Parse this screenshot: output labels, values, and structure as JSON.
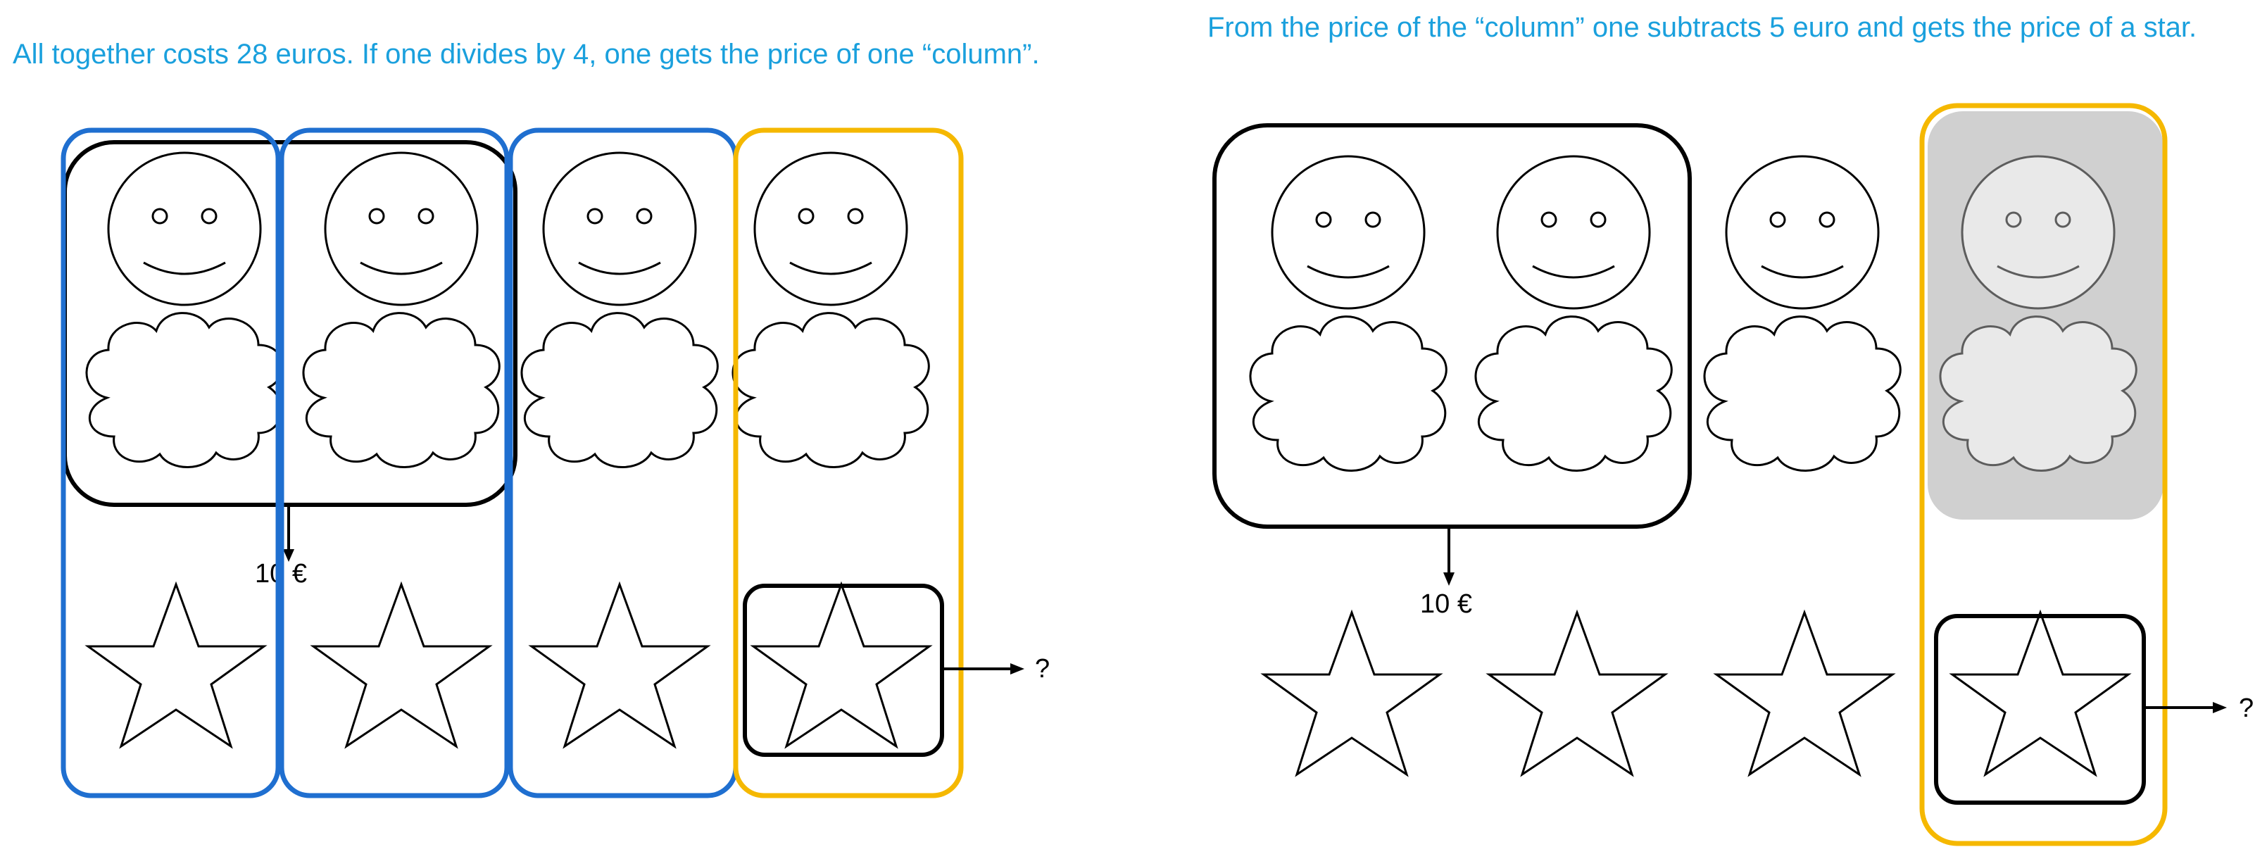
{
  "panels": [
    {
      "caption": "All together costs 28 euros. If one divides by 4, one gets the price of one “column”.",
      "price_label": "10 €",
      "arrow_label": "?"
    },
    {
      "caption": "From the price of the “column” one subtracts 5 euro and gets the price of a star.",
      "price_label": "10 €",
      "arrow_label": "?"
    }
  ],
  "colors": {
    "caption": "#1aa0dd",
    "column_blue": "#1f6fd0",
    "column_orange": "#f5b800",
    "outline": "#000000",
    "shade": "#d0d0d0"
  }
}
